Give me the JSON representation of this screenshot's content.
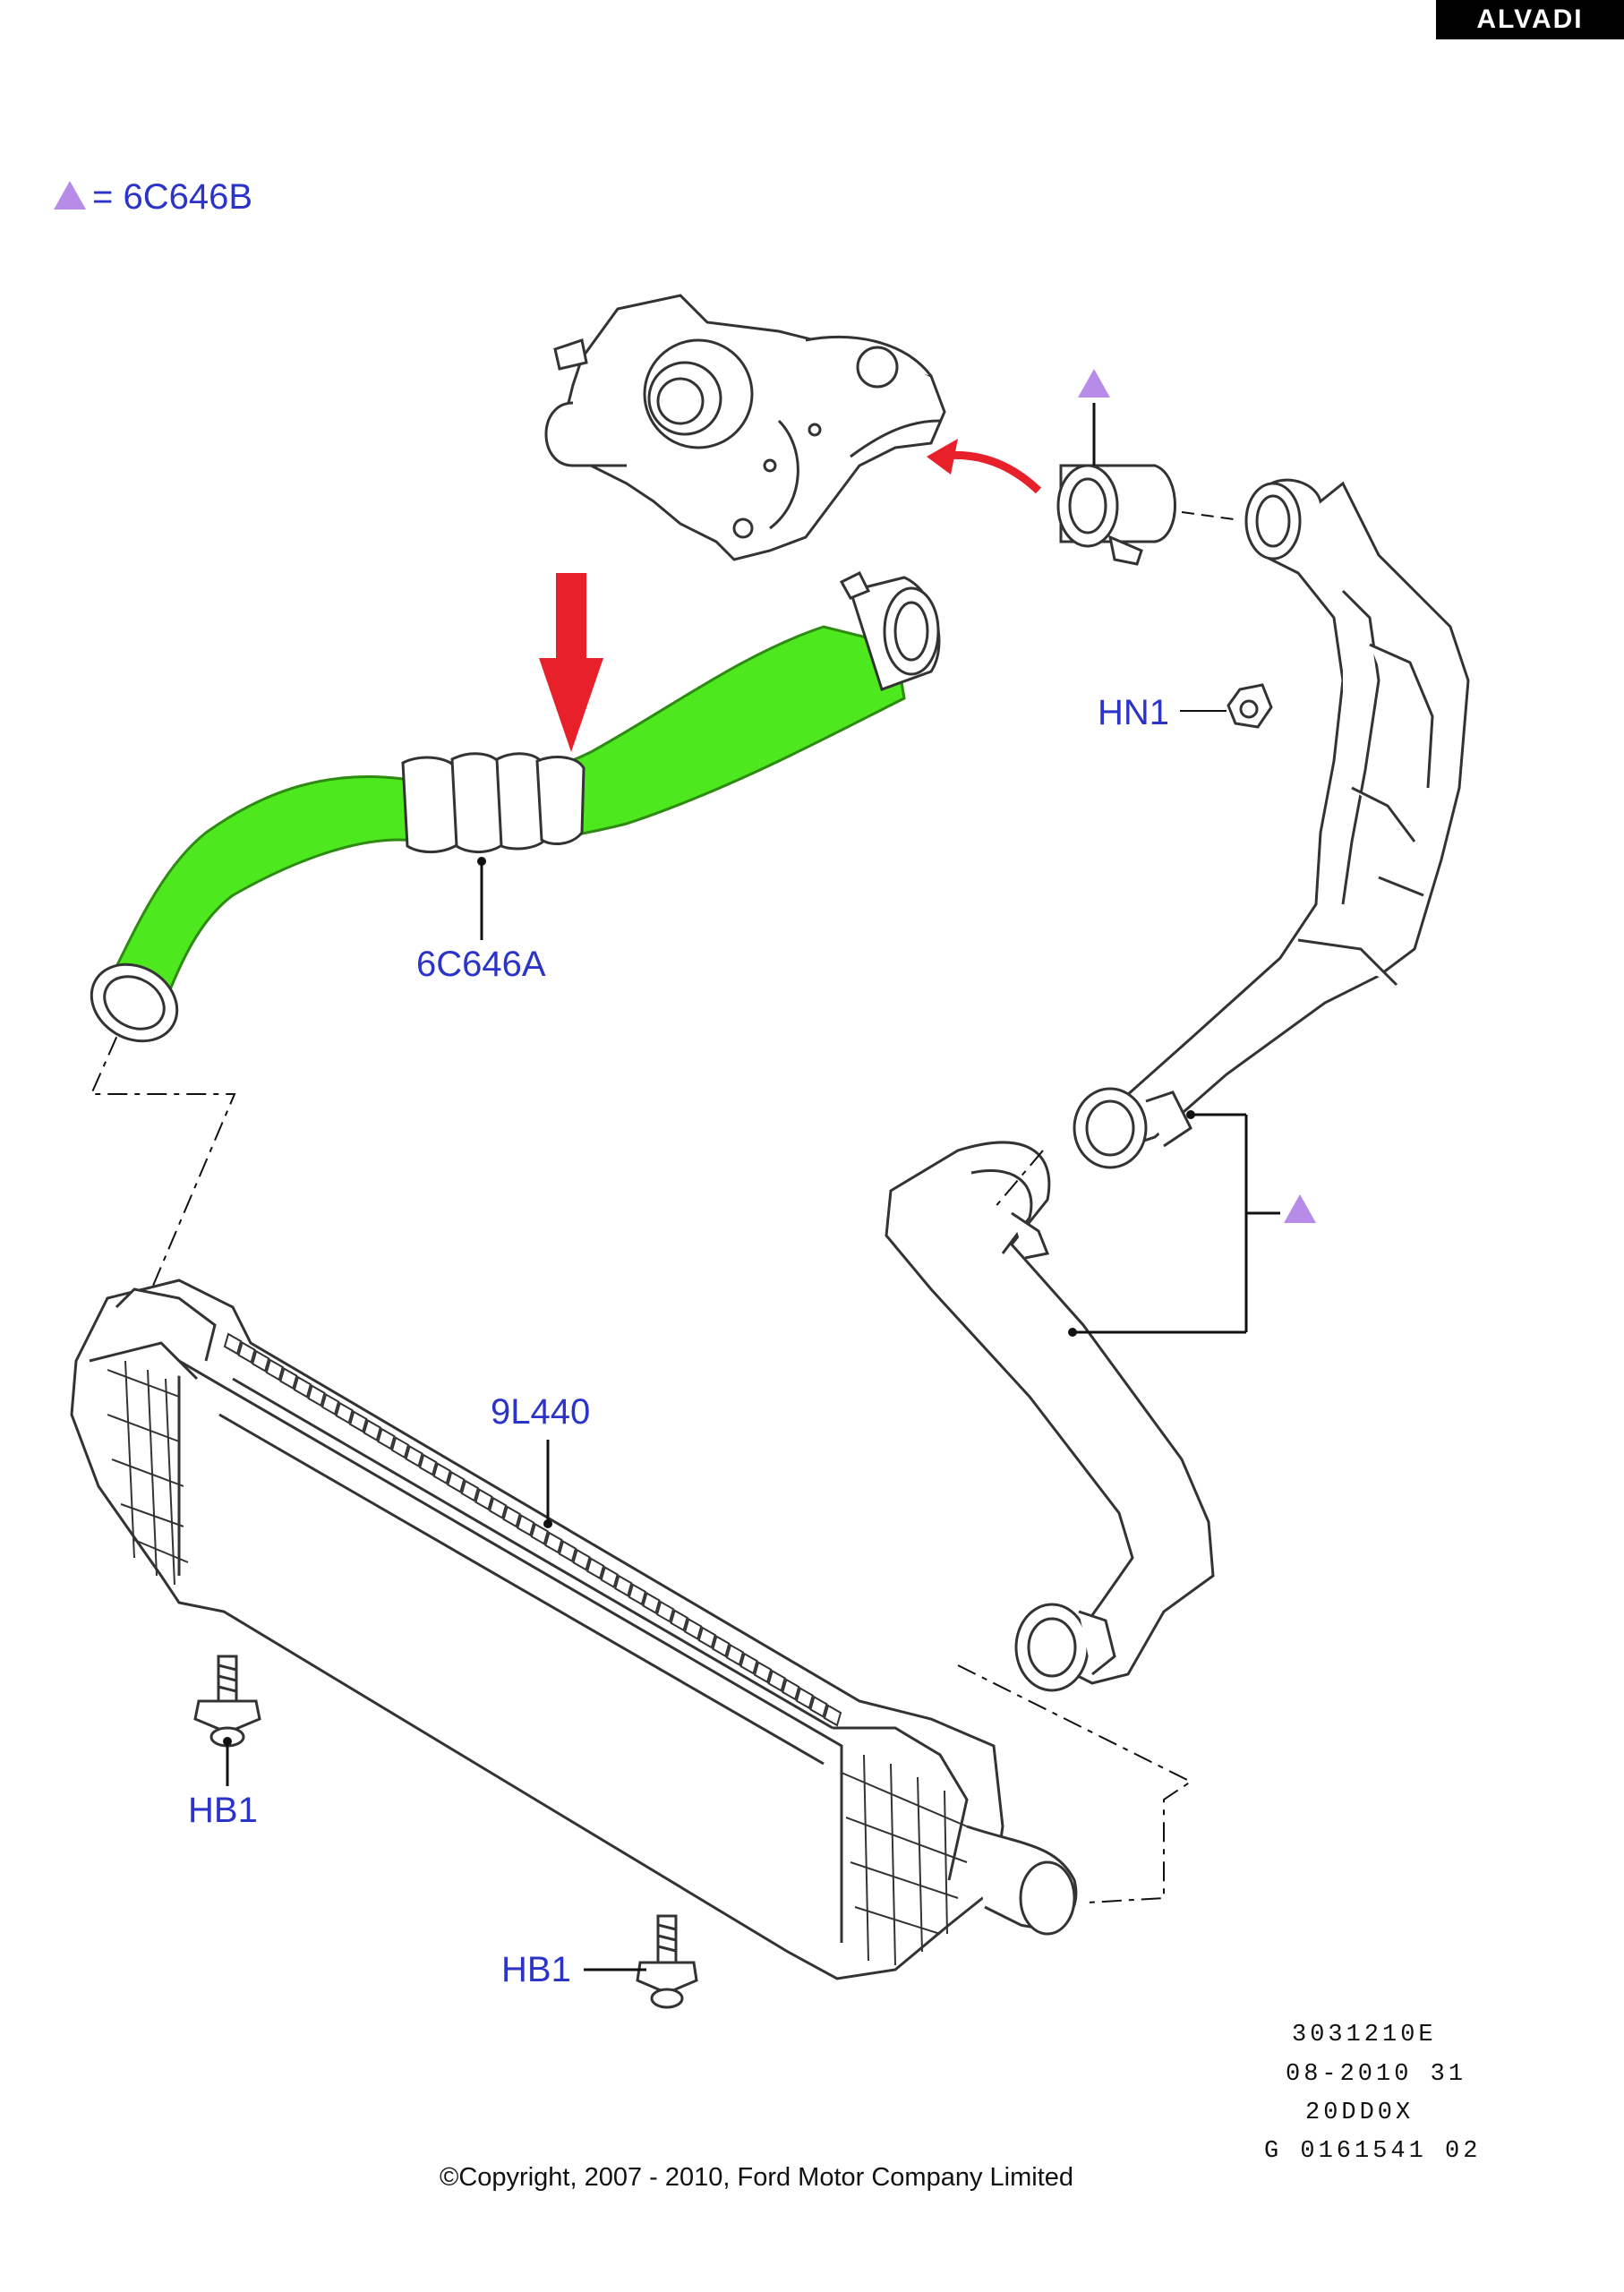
{
  "brand": "ALVADI",
  "legend": {
    "marker_color": "#b78ce8",
    "text": "= 6C646B"
  },
  "labels": {
    "part_6c646a": "6C646A",
    "part_hn1": "HN1",
    "part_9l440": "9L440",
    "part_hb1_left": "HB1",
    "part_hb1_bottom": "HB1"
  },
  "codes": [
    "3031210E",
    "08-2010 31",
    "20DD0X",
    "G 0161541 02"
  ],
  "copyright": "©Copyright, 2007 - 2010, Ford Motor Company Limited",
  "colors": {
    "highlight": "#4ee81e",
    "arrow": "#e8202a",
    "label": "#2b33c8",
    "triangle": "#b78ce8"
  }
}
